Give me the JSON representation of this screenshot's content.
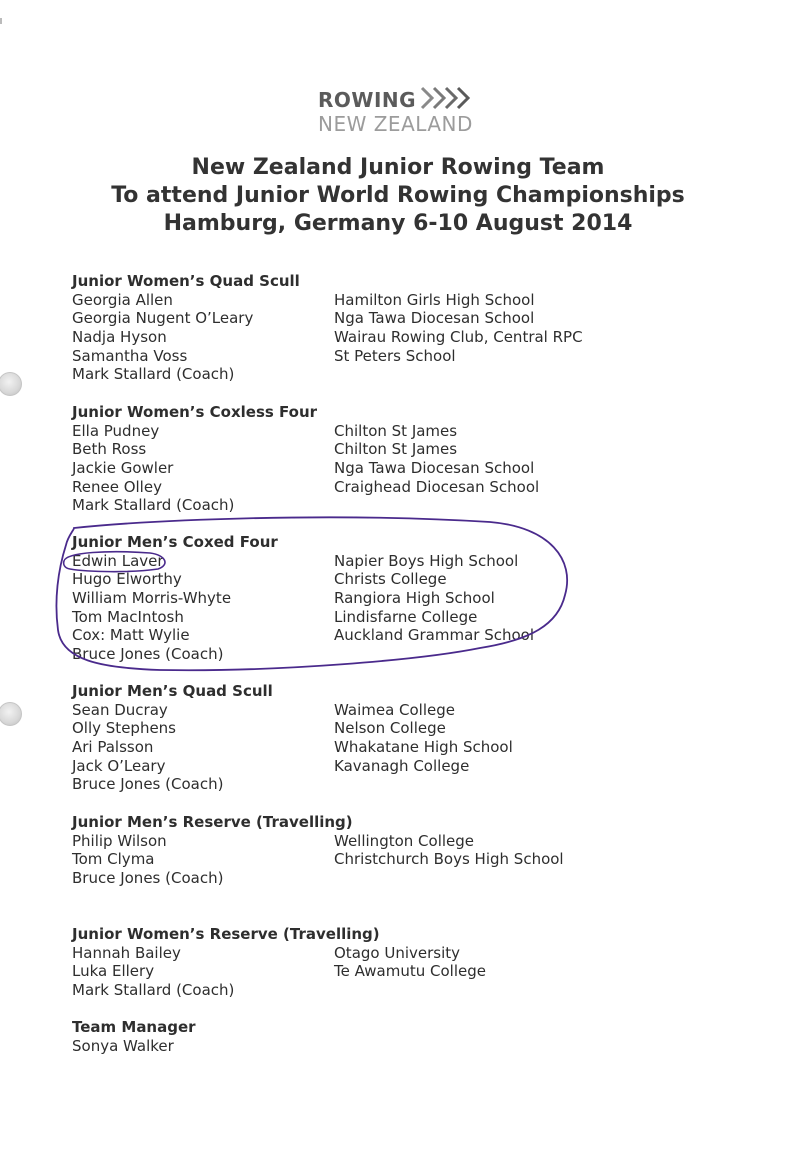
{
  "logo": {
    "line1": "ROWING",
    "line2": "NEW ZEALAND"
  },
  "title": {
    "line1": "New Zealand Junior Rowing Team",
    "line2": "To attend Junior World Rowing Championships",
    "line3": "Hamburg, Germany 6-10 August 2014"
  },
  "sections": [
    {
      "heading": "Junior Women’s Quad Scull",
      "rows": [
        {
          "name": "Georgia Allen",
          "school": "Hamilton Girls High School"
        },
        {
          "name": "Georgia Nugent O’Leary",
          "school": "Nga Tawa Diocesan School"
        },
        {
          "name": "Nadja Hyson",
          "school": "Wairau Rowing Club, Central RPC"
        },
        {
          "name": "Samantha Voss",
          "school": "St Peters School"
        },
        {
          "name": "Mark Stallard (Coach)",
          "school": ""
        }
      ]
    },
    {
      "heading": "Junior Women’s Coxless Four",
      "rows": [
        {
          "name": "Ella Pudney",
          "school": "Chilton St James"
        },
        {
          "name": "Beth Ross",
          "school": "Chilton St James"
        },
        {
          "name": "Jackie Gowler",
          "school": "Nga Tawa Diocesan School"
        },
        {
          "name": "Renee Olley",
          "school": "Craighead Diocesan School"
        },
        {
          "name": "Mark Stallard (Coach)",
          "school": ""
        }
      ]
    },
    {
      "heading": "Junior Men’s Coxed Four",
      "rows": [
        {
          "name": "Edwin Laver",
          "school": "Napier Boys High School"
        },
        {
          "name": "Hugo Elworthy",
          "school": "Christs College"
        },
        {
          "name": "William Morris-Whyte",
          "school": "Rangiora High School"
        },
        {
          "name": "Tom MacIntosh",
          "school": "Lindisfarne College"
        },
        {
          "name": "Cox:  Matt Wylie",
          "school": "Auckland Grammar School"
        },
        {
          "name": "Bruce Jones (Coach)",
          "school": ""
        }
      ]
    },
    {
      "heading": "Junior Men’s Quad Scull",
      "rows": [
        {
          "name": "Sean Ducray",
          "school": "Waimea College"
        },
        {
          "name": "Olly Stephens",
          "school": "Nelson College"
        },
        {
          "name": "Ari Palsson",
          "school": "Whakatane High School"
        },
        {
          "name": "Jack O’Leary",
          "school": "Kavanagh College"
        },
        {
          "name": "Bruce Jones (Coach)",
          "school": ""
        }
      ]
    },
    {
      "heading": "Junior Men’s Reserve (Travelling)",
      "rows": [
        {
          "name": "Philip Wilson",
          "school": "Wellington College"
        },
        {
          "name": "Tom Clyma",
          "school": "Christchurch Boys High School"
        },
        {
          "name": "Bruce Jones (Coach)",
          "school": ""
        }
      ]
    },
    {
      "heading": "Junior Women’s Reserve (Travelling)",
      "rows": [
        {
          "name": "Hannah Bailey",
          "school": "Otago University"
        },
        {
          "name": "Luka Ellery",
          "school": "Te Awamutu College"
        },
        {
          "name": "Mark Stallard (Coach)",
          "school": ""
        }
      ]
    },
    {
      "heading": "Team Manager",
      "rows": [
        {
          "name": "Sonya Walker",
          "school": ""
        }
      ]
    }
  ],
  "colors": {
    "annotation_ink": "#4a2a8c",
    "logo_dark": "#5b5b5b",
    "logo_light": "#9c9c9c"
  }
}
